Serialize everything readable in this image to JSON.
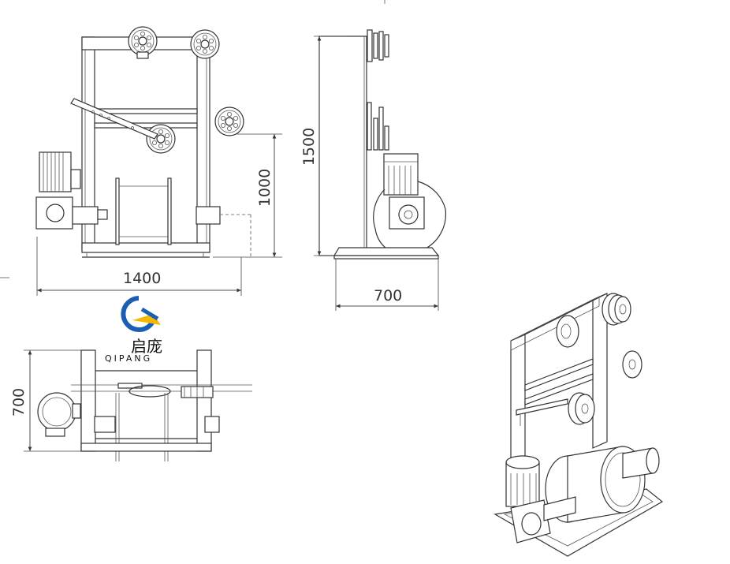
{
  "dimensions": {
    "front_width": "1400",
    "front_height_total": "1500",
    "front_height_mid": "1000",
    "side_depth": "700",
    "top_depth": "700"
  },
  "brand": {
    "name_cn": "启庞",
    "name_latin": "QIPANG",
    "logo_colors": {
      "blue": "#1a5fb4",
      "yellow": "#f5b800"
    }
  }
}
